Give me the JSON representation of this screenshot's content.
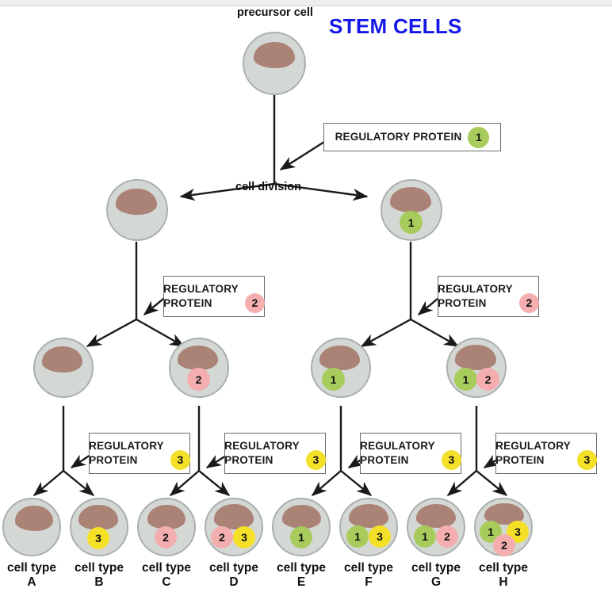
{
  "title": "STEM CELLS",
  "labels": {
    "precursor": "precursor cell",
    "cell_division": "cell division"
  },
  "colors": {
    "title": "#1417e8",
    "cell_fill": "#d3d8d4",
    "cell_stroke": "#a9b0ad",
    "nucleus": "#ab8276",
    "protein1": "#a8cc5c",
    "protein2": "#f4aeb0",
    "protein3": "#f5e028",
    "box_border": "#6b6b6b",
    "line": "#1a1a1a"
  },
  "protein_boxes": [
    {
      "id": "box-1",
      "line1": "REGULATORY PROTEIN",
      "line2": "",
      "badge": "1",
      "badge_color": "#a8cc5c"
    },
    {
      "id": "box-2a",
      "line1": "REGULATORY",
      "line2": "PROTEIN",
      "badge": "2",
      "badge_color": "#f4aeb0"
    },
    {
      "id": "box-2b",
      "line1": "REGULATORY",
      "line2": "PROTEIN",
      "badge": "2",
      "badge_color": "#f4aeb0"
    },
    {
      "id": "box-3a",
      "line1": "REGULATORY",
      "line2": "PROTEIN",
      "badge": "3",
      "badge_color": "#f5e028"
    },
    {
      "id": "box-3b",
      "line1": "REGULATORY",
      "line2": "PROTEIN",
      "badge": "3",
      "badge_color": "#f5e028"
    },
    {
      "id": "box-3c",
      "line1": "REGULATORY",
      "line2": "PROTEIN",
      "badge": "3",
      "badge_color": "#f5e028"
    },
    {
      "id": "box-3d",
      "line1": "REGULATORY",
      "line2": "PROTEIN",
      "badge": "3",
      "badge_color": "#f5e028"
    }
  ],
  "cells": {
    "precursor": {
      "proteins": []
    },
    "gen1_left": {
      "proteins": []
    },
    "gen1_right": {
      "proteins": [
        "1"
      ]
    },
    "gen2_a": {
      "proteins": []
    },
    "gen2_b": {
      "proteins": [
        "2"
      ]
    },
    "gen2_c": {
      "proteins": [
        "1"
      ]
    },
    "gen2_d": {
      "proteins": [
        "1",
        "2"
      ]
    }
  },
  "cell_types": [
    {
      "label": "cell type",
      "letter": "A",
      "proteins": []
    },
    {
      "label": "cell type",
      "letter": "B",
      "proteins": [
        "3"
      ]
    },
    {
      "label": "cell type",
      "letter": "C",
      "proteins": [
        "2"
      ]
    },
    {
      "label": "cell type",
      "letter": "D",
      "proteins": [
        "2",
        "3"
      ]
    },
    {
      "label": "cell type",
      "letter": "E",
      "proteins": [
        "1"
      ]
    },
    {
      "label": "cell type",
      "letter": "F",
      "proteins": [
        "1",
        "3"
      ]
    },
    {
      "label": "cell type",
      "letter": "G",
      "proteins": [
        "1",
        "2"
      ]
    },
    {
      "label": "cell type",
      "letter": "H",
      "proteins": [
        "1",
        "3",
        "2"
      ]
    }
  ]
}
